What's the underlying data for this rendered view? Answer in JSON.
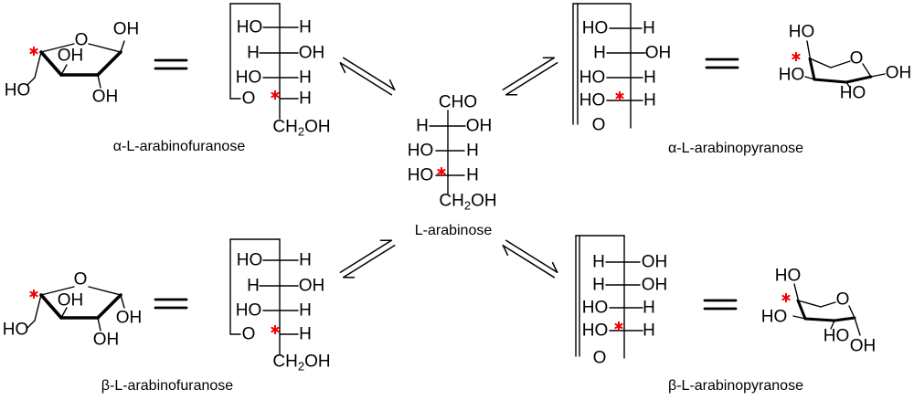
{
  "marker": {
    "color": "#f40000"
  },
  "chains": {
    "open": {
      "top": "CHO",
      "rows": [
        [
          "H",
          "OH"
        ],
        [
          "HO",
          "H"
        ],
        [
          "HO",
          "H"
        ]
      ],
      "bottom_main": "CH",
      "bottom_sub": "2",
      "bottom_tail": "OH",
      "name": "L-arabinose"
    },
    "alpha_furanose": {
      "rows": [
        [
          "HO",
          "H"
        ],
        [
          "H",
          "OH"
        ],
        [
          "HO",
          "H"
        ],
        [
          "O",
          "H"
        ]
      ],
      "bottom_main": "CH",
      "bottom_sub": "2",
      "bottom_tail": "OH"
    },
    "beta_furanose": {
      "rows": [
        [
          "HO",
          "H"
        ],
        [
          "H",
          "OH"
        ],
        [
          "HO",
          "H"
        ],
        [
          "O",
          "H"
        ]
      ],
      "bottom_main": "CH",
      "bottom_sub": "2",
      "bottom_tail": "OH"
    },
    "alpha_pyranose": {
      "rows": [
        [
          "HO",
          "H"
        ],
        [
          "H",
          "OH"
        ],
        [
          "HO",
          "H"
        ],
        [
          "HO",
          "H"
        ]
      ],
      "ring_o": "O"
    },
    "beta_pyranose": {
      "rows": [
        [
          "H",
          "OH"
        ],
        [
          "H",
          "OH"
        ],
        [
          "HO",
          "H"
        ],
        [
          "HO",
          "H"
        ]
      ],
      "ring_o": "O"
    }
  },
  "rings": {
    "alpha_furanose": {
      "o": "O",
      "c1_oh": "OH",
      "c3_oh": "OH",
      "c2_oh": "OH",
      "ch2_ho": "HO",
      "label": "α-L-arabinofuranose"
    },
    "beta_furanose": {
      "o": "O",
      "c1_oh": "OH",
      "c3_oh": "OH",
      "c2_oh": "OH",
      "ch2_ho": "HO",
      "label": "β-L-arabinofuranose"
    },
    "alpha_pyranose": {
      "o": "O",
      "c4_ho": "HO",
      "c3_ho": "HO",
      "c2_ho": "HO",
      "c1_oh": "OH",
      "label": "α-L-arabinopyranose"
    },
    "beta_pyranose": {
      "o": "O",
      "c4_ho": "HO",
      "c3_ho": "HO",
      "c2_ho": "HO",
      "c1_oh": "OH",
      "label": "β-L-arabinopyranose"
    }
  }
}
